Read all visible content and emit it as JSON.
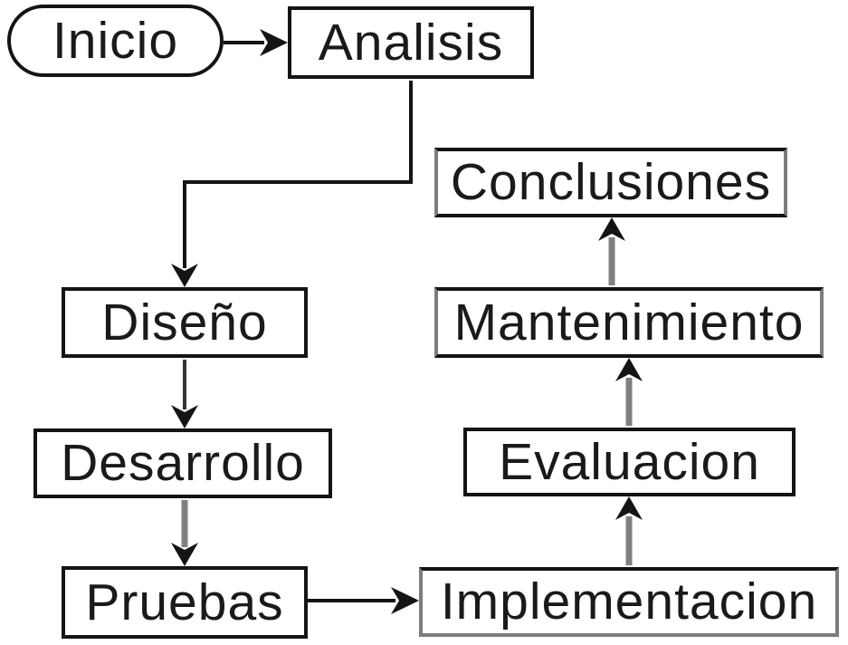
{
  "diagram": {
    "type": "flowchart",
    "language": "es",
    "nodes": [
      {
        "id": "inicio",
        "label": "Inicio",
        "shape": "stadium"
      },
      {
        "id": "analisis",
        "label": "Analisis",
        "shape": "rect"
      },
      {
        "id": "diseno",
        "label": "Diseño",
        "shape": "rect"
      },
      {
        "id": "desarrollo",
        "label": "Desarrollo",
        "shape": "rect"
      },
      {
        "id": "pruebas",
        "label": "Pruebas",
        "shape": "rect"
      },
      {
        "id": "conclusiones",
        "label": "Conclusiones",
        "shape": "rect"
      },
      {
        "id": "mantenimiento",
        "label": "Mantenimiento",
        "shape": "rect"
      },
      {
        "id": "evaluacion",
        "label": "Evaluacion",
        "shape": "rect"
      },
      {
        "id": "implementacion",
        "label": "Implementacion",
        "shape": "rect"
      }
    ],
    "edges": [
      {
        "from": "inicio",
        "to": "analisis",
        "direction": "right",
        "shaft_color": "#141414"
      },
      {
        "from": "analisis",
        "to": "diseno",
        "direction": "down-left-down",
        "shaft_color": "#141414"
      },
      {
        "from": "diseno",
        "to": "desarrollo",
        "direction": "down",
        "shaft_color": "#333333"
      },
      {
        "from": "desarrollo",
        "to": "pruebas",
        "direction": "down",
        "shaft_color": "#808080"
      },
      {
        "from": "pruebas",
        "to": "implementacion",
        "direction": "right",
        "shaft_color": "#141414"
      },
      {
        "from": "implementacion",
        "to": "evaluacion",
        "direction": "up",
        "shaft_color": "#808080"
      },
      {
        "from": "evaluacion",
        "to": "mantenimiento",
        "direction": "up",
        "shaft_color": "#808080"
      },
      {
        "from": "mantenimiento",
        "to": "conclusiones",
        "direction": "up",
        "shaft_color": "#808080"
      }
    ],
    "colors": {
      "background": "#ffffff",
      "node_border": "#141414",
      "node_border_gray": "#7d7d7d",
      "text": "#1a1a1a",
      "edge_black": "#141414",
      "edge_gray": "#808080",
      "arrowhead": "#141414"
    }
  }
}
